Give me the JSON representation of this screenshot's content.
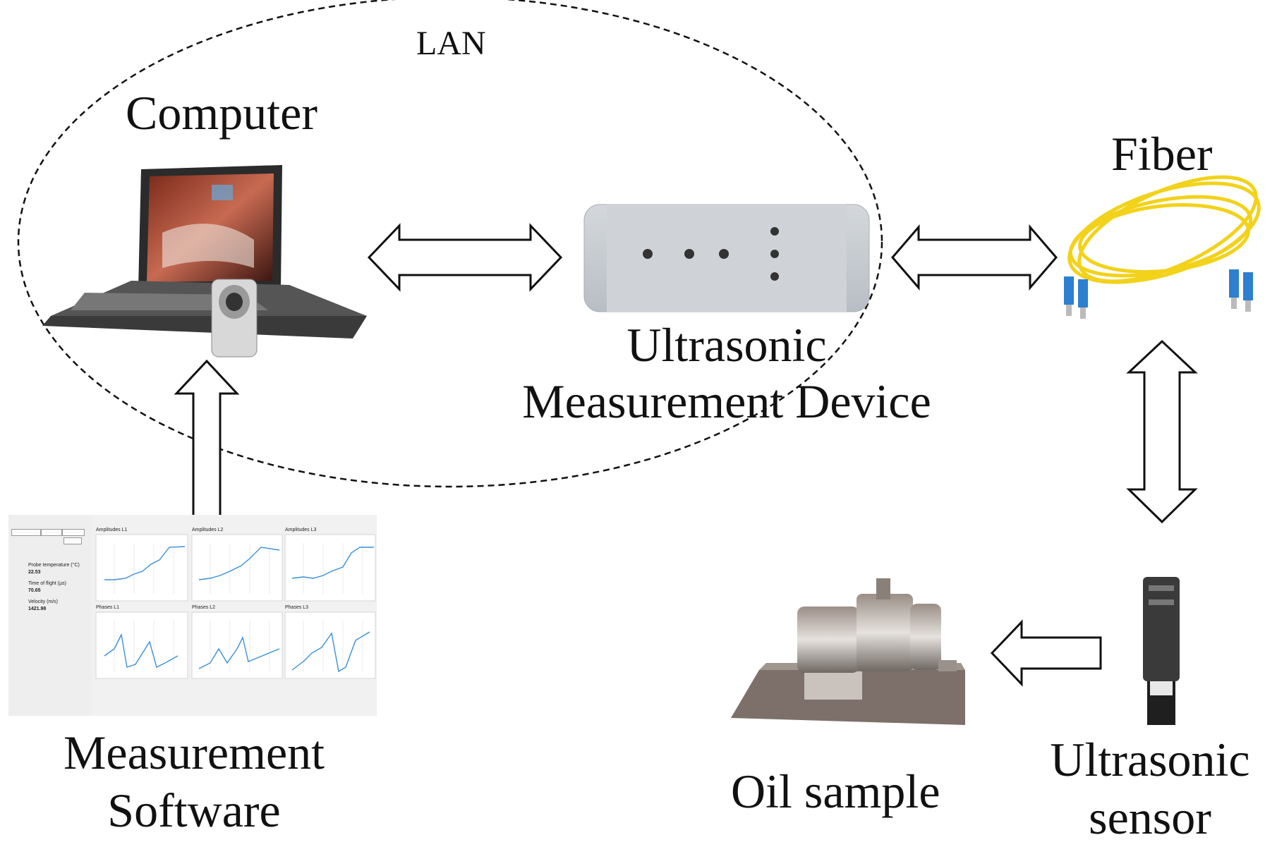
{
  "labels": {
    "lan": "LAN",
    "computer": "Computer",
    "fiber": "Fiber",
    "device_line1": "Ultrasonic",
    "device_line2": "Measurement Device",
    "software_line1": "Measurement",
    "software_line2": "Software",
    "oil_sample": "Oil sample",
    "sensor_line1": "Ultrasonic",
    "sensor_line2": "sensor"
  },
  "software": {
    "probe_temperature_label": "Probe temperature (°C)",
    "probe_temperature_value": "22.53",
    "time_of_flight_label": "Time of flight (µs)",
    "time_of_flight_value": "70.65",
    "velocity_label": "Velocity (m/s)",
    "velocity_value": "1421.98",
    "plot_titles": [
      "Amplitudes L1",
      "Amplitudes L2",
      "Amplitudes L3",
      "Phases L1",
      "Phases L2",
      "Phases L3"
    ]
  },
  "colors": {
    "line": "#111111",
    "fiber": "#f2d21a",
    "connector": "#2d7fd0",
    "plot_line": "#3a8fd8",
    "device_body": "#c9cdd2"
  }
}
